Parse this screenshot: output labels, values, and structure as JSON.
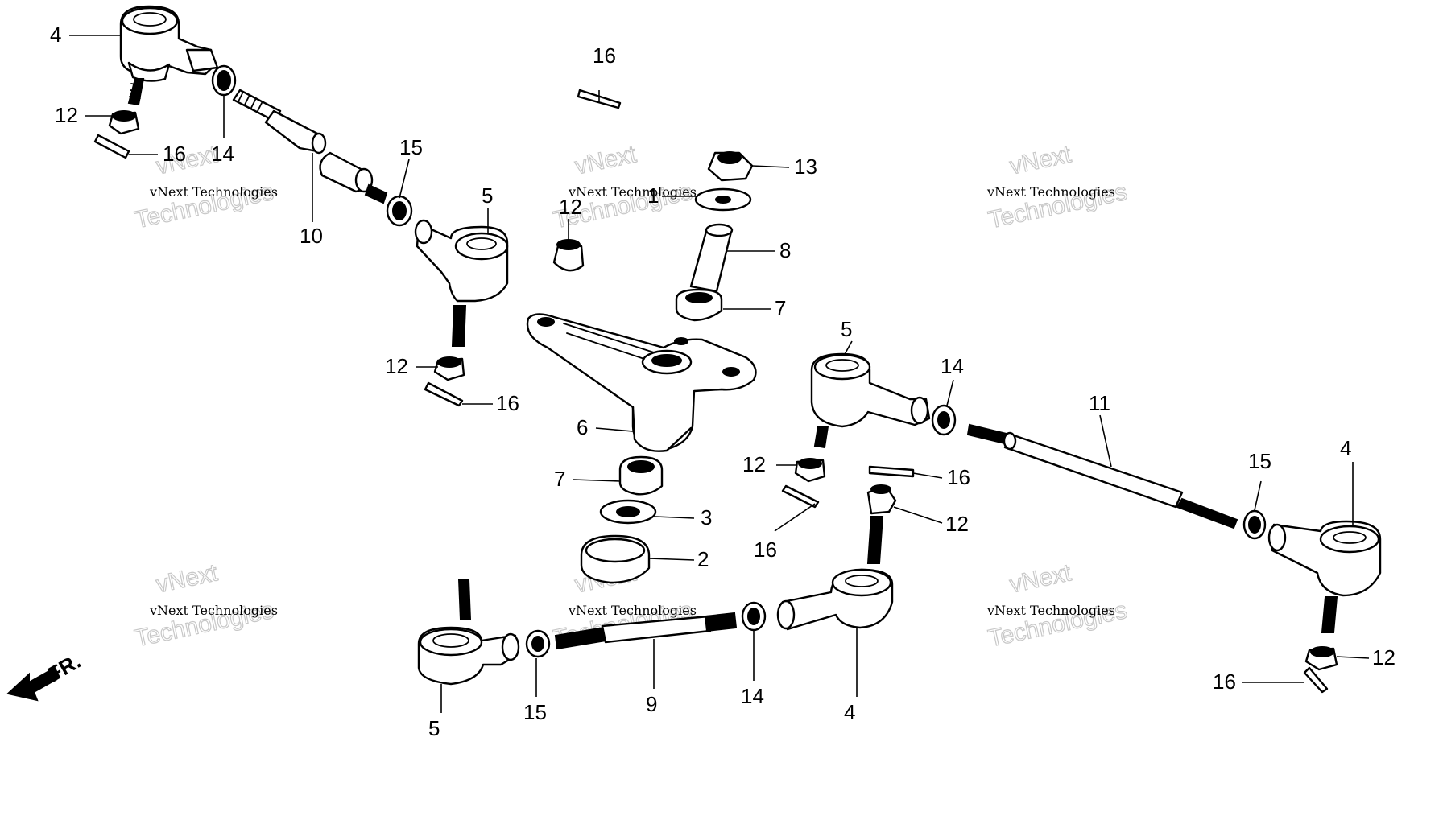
{
  "callouts": {
    "c4_top_left": "4",
    "c12_top_left": "12",
    "c16_top_left": "16",
    "c14_top_left": "14",
    "c10": "10",
    "c15_upper": "15",
    "c5_upper": "5",
    "c16_top_center": "16",
    "c12_center": "12",
    "c1": "1",
    "c13": "13",
    "c8": "8",
    "c7_upper": "7",
    "c12_mid_left": "12",
    "c16_mid_left": "16",
    "c6": "6",
    "c7_lower": "7",
    "c3": "3",
    "c2": "2",
    "c5_right": "5",
    "c14_right": "14",
    "c11": "11",
    "c12_mid": "12",
    "c16_mid_right": "16",
    "c16_mid_lower": "16",
    "c12_lower": "12",
    "c15_right": "15",
    "c4_right": "4",
    "c12_right": "12",
    "c16_bottom_right": "16",
    "c5_bottom": "5",
    "c15_bottom": "15",
    "c9": "9",
    "c14_bottom": "14",
    "c4_bottom": "4"
  },
  "direction_label": "FR.",
  "watermark": {
    "brand": "vNext",
    "company": "vNext Technologies",
    "word": "Technologies"
  }
}
